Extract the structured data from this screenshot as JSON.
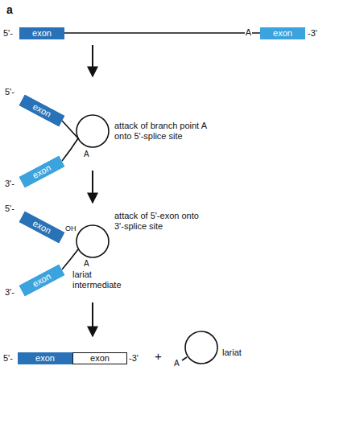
{
  "diagram": {
    "nodes": [
      {
        "text": [
          "exon"
        ]
      },
      {
        "text": [
          "exon"
        ]
      },
      {
        "text": [
          "exon"
        ]
      },
      {
        "text": [
          "exon"
        ]
      },
      {
        "text": [
          "exon"
        ]
      },
      {
        "text": [
          "exon"
        ]
      },
      {
        "text": [
          "exon"
        ]
      },
      {
        "text": [
          "exon"
        ]
      }
    ],
    "edges": [
      {
        "from": 0,
        "to": 1,
        "arrow": "none",
        "label": "A"
      }
    ],
    "labels": [
      "a",
      "5'-",
      "-3'",
      "attack of branch point A onto 5'-splice site",
      "5'-",
      "3'-",
      "A",
      "attack of 5'-exon onto 3'-splice site",
      "5'-",
      "3'-",
      "OH",
      "A",
      "lariat intermediate",
      "5'-",
      "-3'",
      "+",
      "A",
      "lariat"
    ]
  }
}
